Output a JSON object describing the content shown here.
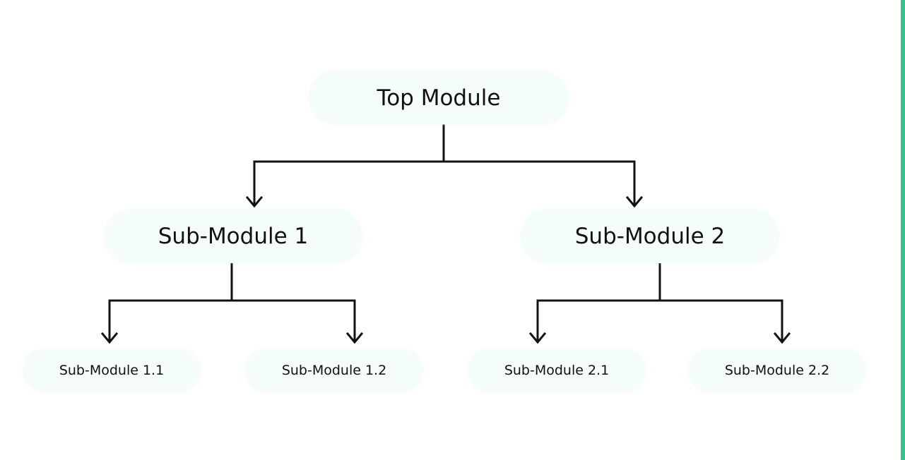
{
  "diagram": {
    "nodes": {
      "top": "Top Module",
      "sub1": "Sub-Module 1",
      "sub2": "Sub-Module 2",
      "sub11": "Sub-Module 1.1",
      "sub12": "Sub-Module 1.2",
      "sub21": "Sub-Module 2.1",
      "sub22": "Sub-Module 2.2"
    },
    "edges": [
      [
        "top",
        "sub1"
      ],
      [
        "top",
        "sub2"
      ],
      [
        "sub1",
        "sub11"
      ],
      [
        "sub1",
        "sub12"
      ],
      [
        "sub2",
        "sub21"
      ],
      [
        "sub2",
        "sub22"
      ]
    ]
  },
  "colors": {
    "node_fill": "#f4fdf9",
    "line": "#111111",
    "accent": "#3cc18e",
    "text": "#111111"
  }
}
